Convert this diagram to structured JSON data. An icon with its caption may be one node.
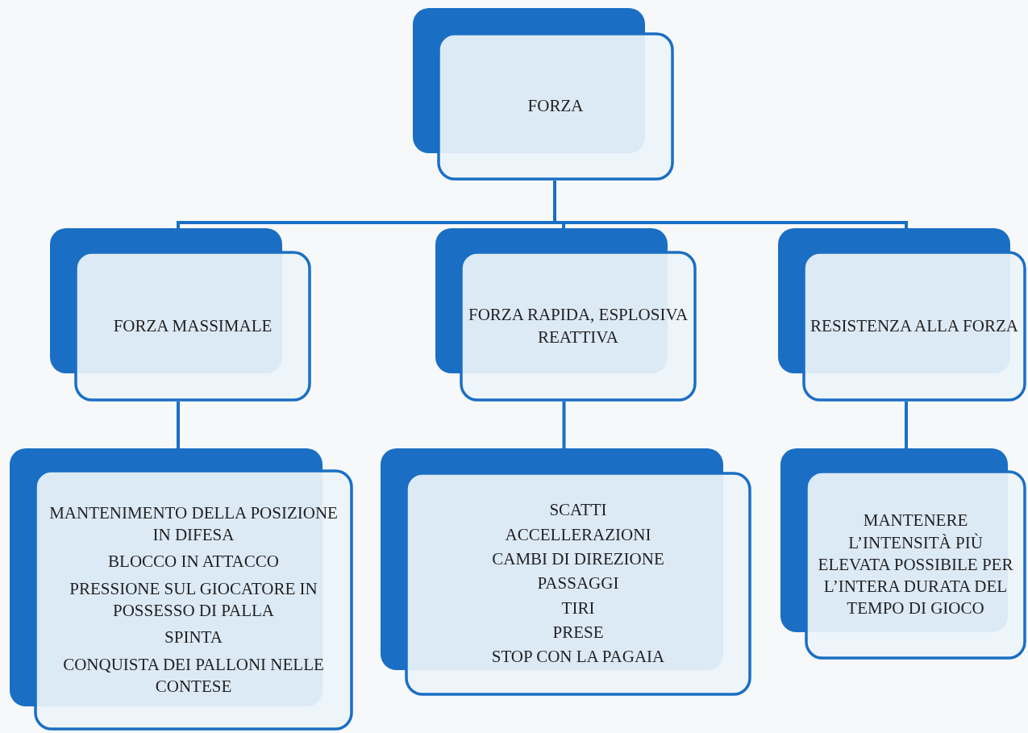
{
  "diagram": {
    "nodes": [
      {
        "text": [
          "FORZA"
        ]
      },
      {
        "text": [
          "FORZA MASSIMALE"
        ]
      },
      {
        "text": [
          "FORZA RAPIDA, ESPLOSIVA REATTIVA"
        ]
      },
      {
        "text": [
          "RESISTENZA ALLA FORZA"
        ]
      },
      {
        "text": [
          "MANTENIMENTO DELLA POSIZIONE IN DIFESA",
          "BLOCCO IN ATTACCO",
          "PRESSIONE SUL GIOCATORE IN POSSESSO DI PALLA",
          "SPINTA",
          "CONQUISTA DEI PALLONI NELLE CONTESE"
        ]
      },
      {
        "text": [
          "SCATTI",
          "ACCELLERAZIONI",
          "CAMBI DI DIREZIONE",
          "PASSAGGI",
          "TIRI",
          "PRESE",
          "STOP CON LA PAGAIA"
        ]
      },
      {
        "text": [
          "MANTENERE L’INTENSITÀ PIÙ ELEVATA POSSIBILE PER L’INTERA DURATA DEL TEMPO DI GIOCO"
        ]
      }
    ],
    "edges": [
      {
        "from": 0,
        "to": 1,
        "arrow": "none"
      },
      {
        "from": 0,
        "to": 2,
        "arrow": "none"
      },
      {
        "from": 0,
        "to": 3,
        "arrow": "none"
      },
      {
        "from": 1,
        "to": 4,
        "arrow": "none"
      },
      {
        "from": 2,
        "to": 5,
        "arrow": "none"
      },
      {
        "from": 3,
        "to": 6,
        "arrow": "none"
      }
    ]
  }
}
